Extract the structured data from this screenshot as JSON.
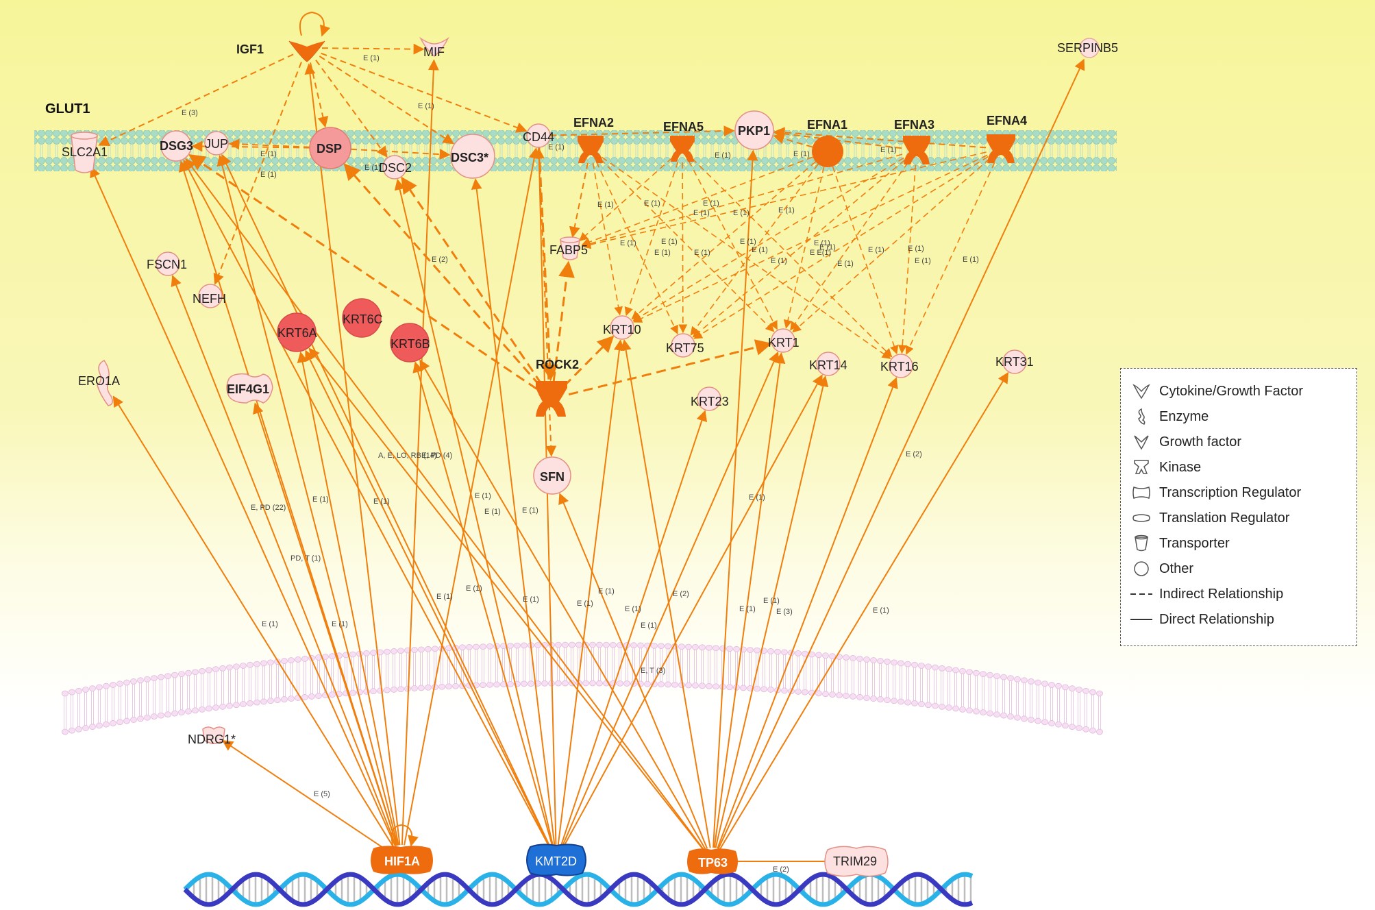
{
  "compartments": {
    "cytoplasm_label": "GLUT1"
  },
  "nodes": {
    "IGF1": "IGF1",
    "MIF": "MIF",
    "SERPINB5": "SERPINB5",
    "SLC2A1": "SLC2A1",
    "DSG3": "DSG3",
    "JUP": "JUP",
    "DSP": "DSP",
    "DSC2": "DSC2",
    "DSC3": "DSC3*",
    "CD44": "CD44",
    "EFNA2": "EFNA2",
    "EFNA5": "EFNA5",
    "PKP1": "PKP1",
    "EFNA1": "EFNA1",
    "EFNA3": "EFNA3",
    "EFNA4": "EFNA4",
    "FSCN1": "FSCN1",
    "NEFH": "NEFH",
    "FABP5": "FABP5",
    "KRT6A": "KRT6A",
    "KRT6C": "KRT6C",
    "KRT6B": "KRT6B",
    "KRT10": "KRT10",
    "KRT75": "KRT75",
    "KRT1": "KRT1",
    "KRT14": "KRT14",
    "KRT16": "KRT16",
    "KRT31": "KRT31",
    "ERO1A": "ERO1A",
    "EIF4G1": "EIF4G1",
    "ROCK2": "ROCK2",
    "KRT23": "KRT23",
    "SFN": "SFN",
    "NDRG1": "NDRG1*",
    "HIF1A": "HIF1A",
    "KMT2D": "KMT2D",
    "TP63": "TP63",
    "TRIM29": "TRIM29"
  },
  "edge_labels": {
    "e1": "E (1)",
    "e3": "E (3)",
    "e2": "E (2)",
    "e5": "E (5)",
    "epd22": "E, PD (22)",
    "pdt": "PD, T (1)",
    "aelo": "A, E, LO, RB (14)",
    "epd4": "E, PD (4)",
    "et3": "E, T (3)",
    "ee1": "E E(1)"
  },
  "legend": [
    {
      "icon": "cytokine-icon",
      "label": "Cytokine/Growth Factor"
    },
    {
      "icon": "enzyme-icon",
      "label": "Enzyme"
    },
    {
      "icon": "growth-factor-icon",
      "label": "Growth factor"
    },
    {
      "icon": "kinase-icon",
      "label": "Kinase"
    },
    {
      "icon": "transcription-regulator-icon",
      "label": "Transcription Regulator"
    },
    {
      "icon": "translation-regulator-icon",
      "label": "Translation Regulator"
    },
    {
      "icon": "transporter-icon",
      "label": "Transporter"
    },
    {
      "icon": "other-icon",
      "label": "Other"
    },
    {
      "icon": "dashed-line-icon",
      "label": "Indirect Relationship"
    },
    {
      "icon": "solid-line-icon",
      "label": "Direct Relationship"
    }
  ],
  "colors": {
    "edge": "#f07e0c",
    "node_dark": "#ee6b0e",
    "node_pale": "#fde0e0",
    "node_mid": "#f49696",
    "node_red": "#ef5a5a",
    "kmt2d": "#1e6fd6",
    "membrane": "#a6dcc6",
    "nuclear_membrane": "#f2d2ee",
    "dna_dark": "#3a3ac0",
    "dna_light": "#2ab2e8"
  }
}
